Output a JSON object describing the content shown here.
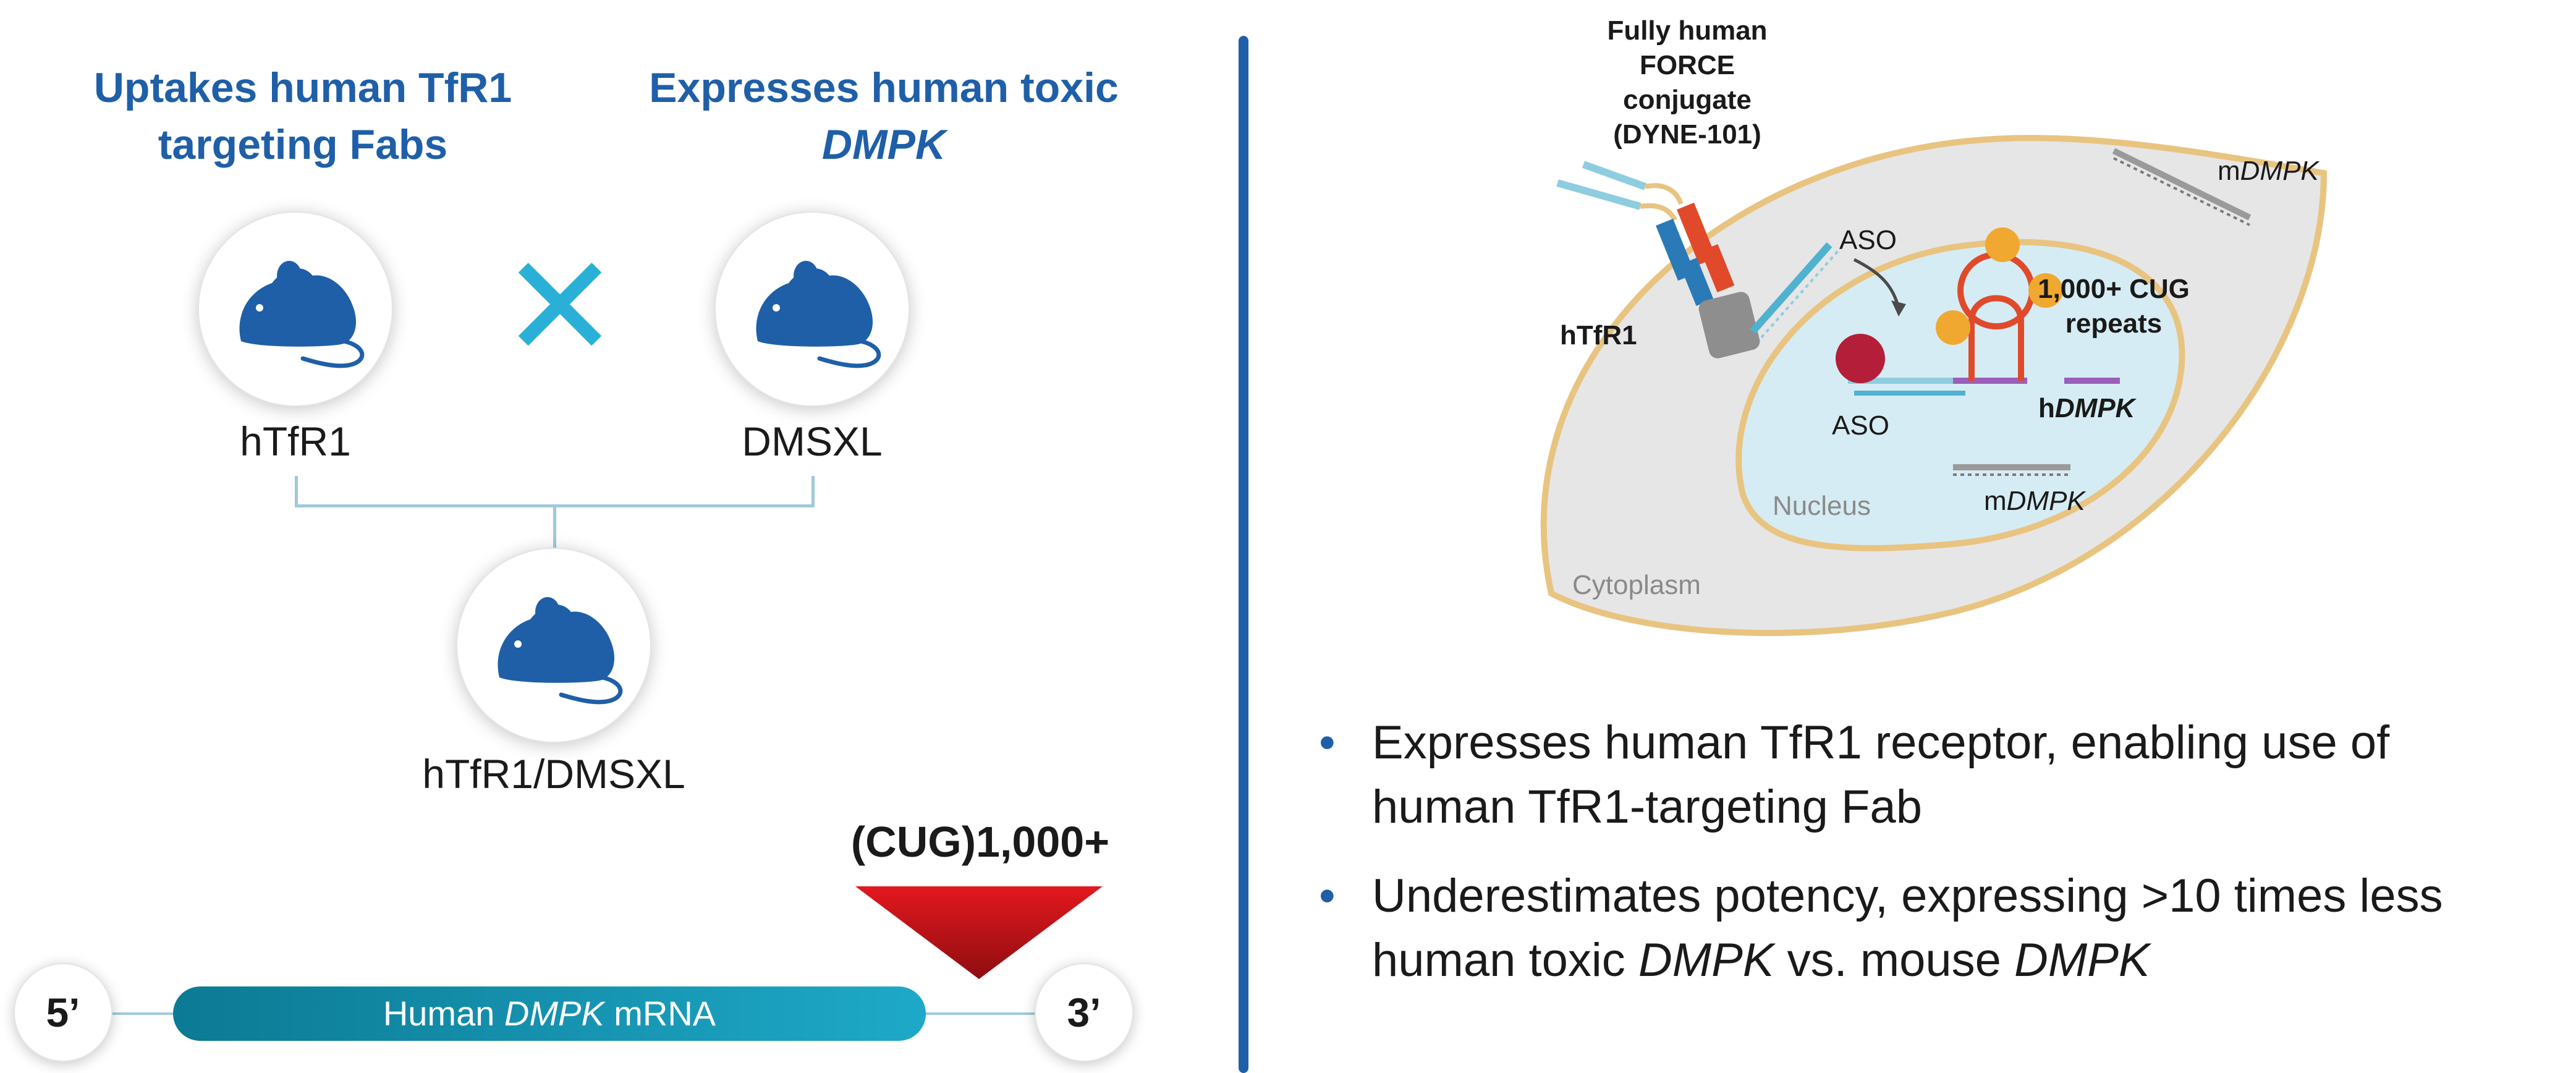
{
  "left": {
    "header_uptake": {
      "line1": "Uptakes human TfR1",
      "line2": "targeting Fabs"
    },
    "header_express": {
      "line1": "Expresses human toxic",
      "line2": "DMPK"
    },
    "mouse_left_label": "hTfR1",
    "mouse_right_label": "DMSXL",
    "mouse_bottom_label": "hTfR1/DMSXL",
    "cross_symbol": "✕",
    "repeat_label": "(CUG)1,000+",
    "mrna": {
      "five_prime": "5’",
      "three_prime": "3’",
      "bar_prefix": "Human ",
      "bar_italic": "DMPK",
      "bar_suffix": " mRNA"
    }
  },
  "diagram": {
    "conjugate_title": {
      "l1": "Fully human",
      "l2": "FORCE",
      "l3": "conjugate",
      "l4": "(DYNE-101)"
    },
    "htfr1": "hTfR1",
    "aso_top": "ASO",
    "aso_bottom": "ASO",
    "cug": {
      "l1": "1,000+ CUG",
      "l2": "repeats"
    },
    "hdmpk": {
      "prefix": "h",
      "italic": "DMPK"
    },
    "mdmpk_top": {
      "prefix": "m",
      "italic": "DMPK"
    },
    "mdmpk_nucleus": {
      "prefix": "m",
      "italic": "DMPK"
    },
    "nucleus": "Nucleus",
    "cytoplasm": "Cytoplasm"
  },
  "bullets": {
    "b1": {
      "line1": "Expresses human TfR1 receptor, enabling use of",
      "line2": "human TfR1-targeting Fab"
    },
    "b2": {
      "line1": "Underestimates potency, expressing >10 times less",
      "line2_a": "human toxic ",
      "line2_b": "DMPK",
      "line2_c": " vs. mouse ",
      "line2_d": "DMPK"
    },
    "dot": "•"
  },
  "colors": {
    "brand_blue": "#1f5fa8",
    "mouse_blue": "#1f5fa8",
    "cross_cyan": "#2ab0d6",
    "mrna_teal": "#0f8aa8",
    "repeat_red": "#c8161c",
    "cell_grey": "#e6e6e6",
    "nucleus_blue": "#d6ecf4",
    "membrane_tan": "#e8c480"
  }
}
